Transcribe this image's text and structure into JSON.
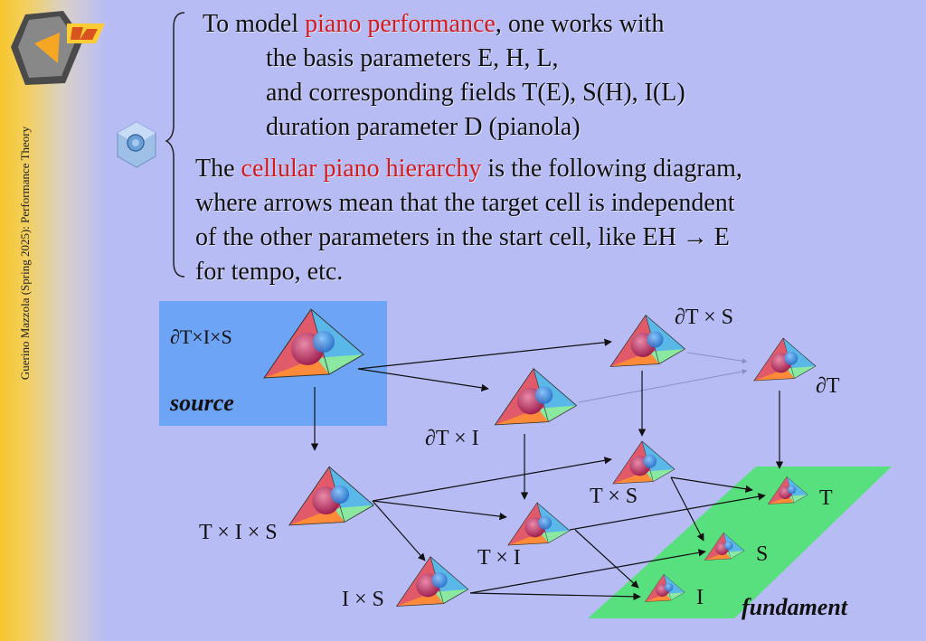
{
  "sidebar": {
    "vertical_text": "Guerino Mazzola (Spring 2025): Performance Theory"
  },
  "intro": {
    "line1_pre": "To model ",
    "line1_highlight": "piano performance",
    "line1_post": ", one works with",
    "line2": "the basis parameters E, H, L,",
    "line3": "and corresponding fields T(E), S(H), I(L)",
    "line4": "duration parameter D (pianola)"
  },
  "description": {
    "line1_pre": "The ",
    "line1_highlight": "cellular piano hierarchy",
    "line1_post": " is the following diagram,",
    "line2": "where arrows mean that the target cell is independent",
    "line3": "of the other parameters in the start cell, like EH → E",
    "line4": "for tempo, etc."
  },
  "diagram": {
    "source_label": "source",
    "fundament_label": "fundament",
    "nodes": {
      "dTIS": "∂T×I×S",
      "dTS": "∂T × S",
      "dT": "∂T",
      "dTI": "∂T × I",
      "TIS": "T × I × S",
      "TS": "T × S",
      "TI": "T × I",
      "IS": "I × S",
      "T": "T",
      "S": "S",
      "I": "I"
    }
  },
  "colors": {
    "background": "#b8bcf5",
    "source_box": "#6ea4f6",
    "fundament": "#58e07e",
    "highlight": "#d21c1c",
    "source_text": "#2a3fb0",
    "fundament_text": "#0b3b8f"
  }
}
